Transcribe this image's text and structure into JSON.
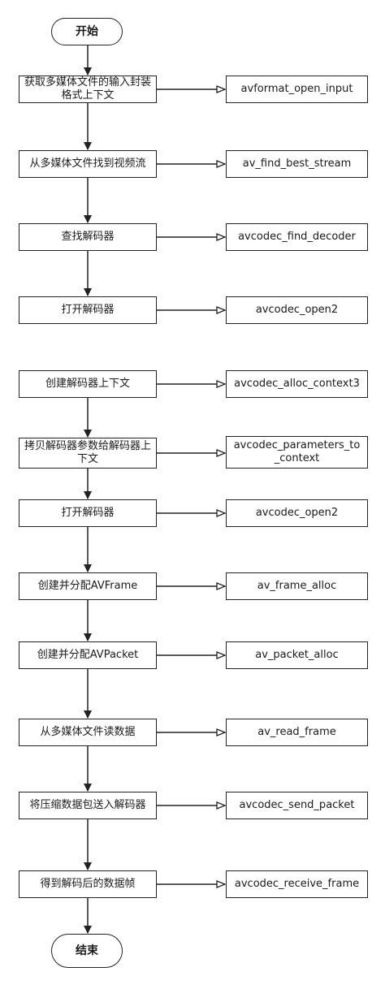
{
  "start": "开始",
  "end": "结束",
  "steps": [
    {
      "label": "获取多媒体文件的输入封装格式上下文",
      "api": "avformat_open_input"
    },
    {
      "label": "从多媒体文件找到视频流",
      "api": "av_find_best_stream"
    },
    {
      "label": "查找解码器",
      "api": "avcodec_find_decoder"
    },
    {
      "label": "打开解码器",
      "api": "avcodec_open2"
    },
    {
      "label": "创建解码器上下文",
      "api": "avcodec_alloc_context3"
    },
    {
      "label": "拷贝解码器参数给解码器上下文",
      "api": "avcodec_parameters_to_context"
    },
    {
      "label": "打开解码器",
      "api": "avcodec_open2"
    },
    {
      "label": "创建并分配AVFrame",
      "api": "av_frame_alloc"
    },
    {
      "label": "创建并分配AVPacket",
      "api": "av_packet_alloc"
    },
    {
      "label": "从多媒体文件读数据",
      "api": "av_read_frame"
    },
    {
      "label": "将压缩数据包送入解码器",
      "api": "avcodec_send_packet"
    },
    {
      "label": "得到解码后的数据帧",
      "api": "avcodec_receive_frame"
    }
  ]
}
